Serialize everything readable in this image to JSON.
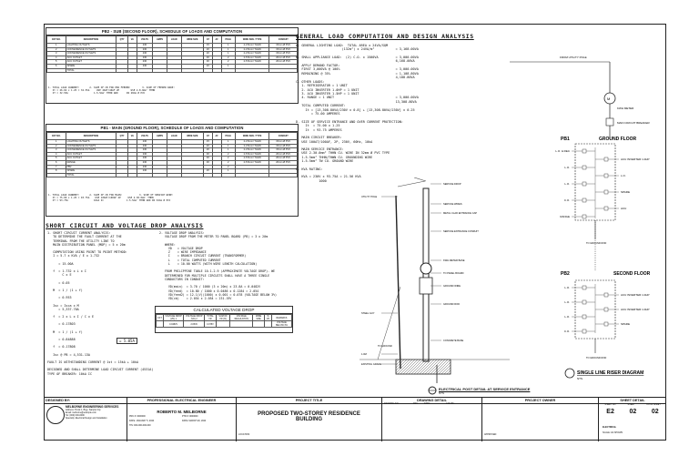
{
  "schedule2": {
    "title": "PB2 - SUB (SECOND FLOOR), SCHEDULE OF LOADS AND COMPUTATION",
    "headers": [
      "CKT NO.",
      "DESCRIPTION",
      "QTY",
      "VA",
      "VOLTS",
      "AMPS",
      "LOAD",
      "WIRE SIZE",
      "AT",
      "AF",
      "POLE",
      "WIRE SIZE / TYPE",
      "CONDUIT"
    ],
    "rows": [
      [
        "1",
        "LIGHTING OUTLETS",
        "",
        "",
        "230",
        "",
        "",
        "",
        "15",
        "",
        "1",
        "2-3.5mm² THHN",
        "15mm Ø PVC"
      ],
      [
        "2",
        "CONVENIENCE OUTLETS",
        "",
        "",
        "230",
        "",
        "",
        "",
        "20",
        "",
        "1",
        "2-3.5mm² THHN",
        "15mm Ø PVC"
      ],
      [
        "3",
        "CONVENIENCE OUTLETS",
        "",
        "",
        "230",
        "",
        "",
        "",
        "20",
        "",
        "1",
        "2-3.5mm² THHN",
        "15mm Ø PVC"
      ],
      [
        "4",
        "ACU OUTLET",
        "",
        "",
        "230",
        "",
        "",
        "",
        "30",
        "",
        "2",
        "2-5.5mm² THHN",
        "20mm Ø PVC"
      ],
      [
        "5",
        "ACU OUTLET",
        "",
        "",
        "230",
        "",
        "",
        "",
        "30",
        "",
        "2",
        "2-5.5mm² THHN",
        "20mm Ø PVC"
      ],
      [
        "6",
        "SPARE",
        "",
        "",
        "230",
        "",
        "",
        "",
        "20",
        "",
        "1",
        "",
        ""
      ],
      [
        "",
        "TOTAL",
        "",
        "",
        "",
        "",
        "",
        "",
        "",
        "",
        "",
        "",
        ""
      ]
    ]
  },
  "schedule1": {
    "title": "PB1 - MAIN (GROUND FLOOR), SCHEDULE OF LOADS AND COMPUTATION",
    "headers": [
      "CKT NO.",
      "DESCRIPTION",
      "QTY",
      "VA",
      "VOLTS",
      "AMPS",
      "LOAD",
      "WIRE SIZE",
      "AT",
      "AF",
      "POLE",
      "WIRE SIZE / TYPE",
      "CONDUIT"
    ],
    "rows": [
      [
        "1",
        "LIGHTING OUTLETS",
        "",
        "",
        "230",
        "",
        "",
        "",
        "15",
        "",
        "1",
        "2-3.5mm² THHN",
        "15mm Ø PVC"
      ],
      [
        "2",
        "CONVENIENCE OUTLETS",
        "",
        "",
        "230",
        "",
        "",
        "",
        "20",
        "",
        "1",
        "2-3.5mm² THHN",
        "15mm Ø PVC"
      ],
      [
        "3",
        "CONVENIENCE OUTLETS",
        "",
        "",
        "230",
        "",
        "",
        "",
        "20",
        "",
        "1",
        "2-3.5mm² THHN",
        "15mm Ø PVC"
      ],
      [
        "4",
        "ACU OUTLET",
        "",
        "",
        "230",
        "",
        "",
        "",
        "30",
        "",
        "2",
        "2-5.5mm² THHN",
        "20mm Ø PVC"
      ],
      [
        "5",
        "ACU OUTLET",
        "",
        "",
        "230",
        "",
        "",
        "",
        "30",
        "",
        "2",
        "2-5.5mm² THHN",
        "20mm Ø PVC"
      ],
      [
        "6",
        "RANGE",
        "",
        "",
        "230",
        "",
        "",
        "",
        "30",
        "",
        "2",
        "2-5.5mm² THHN",
        "20mm Ø PVC"
      ],
      [
        "7",
        "PB2",
        "",
        "",
        "230",
        "",
        "",
        "",
        "",
        "",
        "2",
        "",
        ""
      ],
      [
        "8",
        "SPARE",
        "",
        "",
        "230",
        "",
        "",
        "",
        "20",
        "",
        "1",
        "",
        ""
      ],
      [
        "",
        "TOTAL",
        "",
        "",
        "",
        "",
        "",
        "",
        "",
        "",
        "",
        "",
        ""
      ]
    ]
  },
  "sc_heading": "SHORT CIRCUIT AND VOLTAGE DROP ANALYSIS",
  "sc_lines": [
    "1. SHORT CIRCUIT CURRENT ANALYSIS:",
    "   TO DETERMINE THE FAULT CURRENT AT THE",
    "   TERMINAL FROM THE UTILITY LINE TO",
    "   MAIN DISTRIBUTION PANEL (MDP) = 5 x 20m",
    "",
    "   COMPUTATION USING POINT TO POINT METHOD:",
    "   I = 5.7 x KVA / E x 1.732",
    "",
    "      = 15.00A",
    "",
    "   f  = 1.732 x L x I",
    "        C x E",
    "",
    "      = 0.05",
    "",
    "   M  = 1 / (1 + f)",
    "",
    "      = 0.953",
    "",
    "   Isc = Isca x M",
    "      = 5,337.70A",
    "",
    "   f  = 2 x L x I / C x E",
    "",
    "      = 0.17803",
    "",
    "   M  = 1 / (1 + f)",
    "",
    "      = 0.84888",
    "",
    "   f  = 0.17808",
    "",
    "   Isc @ PB = 4,531.13A",
    "",
    "FAULT IS WITHSTANDING CURRENT @ 1st = 15kA + 10kA",
    "",
    "DESIGNED AND SHALL DETERMINE LOAD CIRCUIT CURRENT (4531A)",
    "TYPE OF BREAKER: 10kA IC"
  ],
  "sc_mark": "= 5.05A",
  "vd_lines": [
    "2. VOLTAGE DROP ANALYSIS:",
    "   VOLTAGE DROP FROM THE METER TO PANEL BOARD (PB) = 3 x 20m",
    "",
    "   WHERE:",
    "     VD   = VOLTAGE DROP",
    "     Z    = WIRE IMPEDANCE",
    "     I    = BRANCH CIRCUIT CURRENT (TRANSFORMER)",
    "     L    = TOTAL COMPUTED CURRENT",
    "     L    = 10.00 WATTS (WITH WIRE LENGTH CALCULATION)",
    "",
    "   FROM PHILIPPINE TABLE 10.1.2.9 (APPROXIMATE VOLTAGE DROP). WE",
    "   DETERMINED FOR MULTIPLE CIRCUITS SHALL HAVE A THREE SINGLE",
    "   CONDUCTORS IN CONDUIT:",
    "",
    "     VD(main)  = 3.70 / 1000 (3 x 20m) x 23.8A = 0.0482V",
    "     VD(feed)  = 10.80 / 1000 x 0.0486 x 0.1284 = 2.054",
    "     VD(feed2) = 12.1(V)(1000) x 0.001 = 0.078 (VOLTAGE BELOW 3%)",
    "     VD(cb)    = 2.054 x 2.054 = 231.19V"
  ],
  "vdtable": {
    "title": "CALCULATED VOLTAGE DROP",
    "headers": [
      "CKT",
      "VOLTAGE DROP (VD) 1",
      "VOLTAGE DROP (VD) 2",
      "TOTAL VD",
      "SUM OF VD (%)",
      "VOLTAGE REGULATION",
      "WIRE SIZE",
      "% VD",
      "REMARKS"
    ],
    "row": [
      "",
      "0.0482V",
      "2.054V",
      "0.078V",
      "",
      "",
      "",
      "",
      "VOLTAGE BELOW 3%"
    ]
  },
  "gl_heading": "GENERAL LOAD COMPUTATION AND DESIGN ANALYSIS",
  "gl_lines": [
    "A. GENERAL LIGHTING LOAD:  TOTAL AREA x 24VA/SQM",
    "                        (132m²) x 24VA/m²           = 3,168.00VA",
    "",
    "B. SMALL APPLIANCE LOAD:  (2) C.O. x 1500VA         = 3,000.00VA",
    "                                                    6,168.00VA",
    "   APPLY DEMAND FACTOR:",
    "   FIRST 3,000VA @ 100%                             = 3,000.00VA",
    "   REMAINING @ 35%                                  = 1,108.80VA",
    "                                                    4,108.80VA",
    "C. OTHER LOADS:",
    "   1. REFRIGERATOR = 1 UNIT",
    "   2. ACU INVERTER 1.0HP = 1 UNIT",
    "   3. ACU INVERTER 1.5HP = 1 UNIT",
    "   4. RANGE = 1 UNIT                                = 3,000.00VA",
    "                                                    13,308.80VA",
    "   TOTAL COMPUTED CURRENT:",
    "     It = [13,308.80VA/230V x 0.8] + [13,308.80VA/230V] x 0.25",
    "        = 75.00 AMPERES",
    "",
    "D. SIZE OF SERVICE ENTRANCE AND OVER CURRENT PROTECTION:",
    "     It  = 75.00 x 1.25",
    "     It  = 93.75 AMPERES",
    "",
    "   MAIN CIRCUIT BREAKER:",
    "   USE 100AT/100AF, 2P, 230V, 60Hz, 10kA",
    "",
    "   MAIN SERVICE ENTRANCE:",
    "   USE 2-30.0mm² THHN CU. WIRE IN 32mm Ø PVC TYPE",
    "   1-5.5mm² THHN/THWN CU. GROUNDING WIRE",
    "   1-5.5mm² TW CU. GROUND WIRE",
    "",
    "E. KVA RATING:",
    "",
    "   KVA = 230V x 93.75A = 21.56 KVA",
    "            1000"
  ],
  "pole_labels": [
    "SERVICE DROP",
    "UTILITY POLE",
    "SERVICE WIRES",
    "METAL CLAD ENTRANCE CAP",
    "KWH METER BASE",
    "GROUND ROD",
    "SERVICE ENTRANCE CONDUIT",
    "GROUND WIRE",
    "CONCRETE BASE",
    "STEEL GUY",
    "1.0M",
    "EXISTING GRADE",
    "TO GROUND",
    "TO PANEL BOARD"
  ],
  "pole_caption": "ELECTRICAL POST DETAIL AT SERVICE ENTRANCE",
  "pole_caption_sub": "NTS",
  "riser": {
    "top_label": "FROM UTILITY POLE",
    "meter_label": "KWH METER",
    "ground_floor": "GROUND FLOOR",
    "second_floor": "SECOND FLOOR",
    "pb1": "PB1",
    "pb2": "PB2",
    "circuits1": [
      "L.O. & REC",
      "ACU INVERTER 1.0HP",
      "L.O.",
      "L.O.",
      "L.O.",
      "SPARE",
      "C.O.",
      "ACU",
      "RANGE"
    ],
    "circuits2": [
      "L.O.",
      "ACU INVERTER 1.0HP",
      "L.O.",
      "ACU INVERTER 1.0HP",
      "L.O.",
      "SPARE",
      "C.O."
    ],
    "main_label": "MAIN CIRCUIT BREAKER",
    "ground_label": "TO GROUND ROD",
    "caption": "SINGLE LINE RISER DIAGRAM",
    "caption_sub": "NTS"
  },
  "titleblock": {
    "designed_by": "DESIGNED BY:",
    "company": "MELBORNE ENGINEERING SERVICES",
    "company_lines": [
      "Address: Purok 1, Brgy. Sample City",
      "Email: melborne@example.com",
      "Tel: (000) 000-0000",
      "Specialty: Electrical Design and Installation"
    ],
    "pro_label": "PROFESSIONAL ELECTRICAL ENGINEER",
    "engineer": "ROBERTO M. MELBORNE",
    "prc": "PRC #: 0000000",
    "ptr": "PTR #: 0000000",
    "date1": "DATE: JANUARY 5, 2024",
    "date2": "DATE: MARCH 20, 2024",
    "tin": "TIN: 000-000-000-000",
    "project_title_label": "PROJECT TITLE",
    "project_title": "PROPOSED TWO-STOREY RESIDENCE BUILDING",
    "location_label": "LOCATION:",
    "drawing_label": "DRAWING DETAIL",
    "drawing_no": "DRAWING NO.",
    "rev": "REV.",
    "date": "DATE",
    "cad": "CAD BY:",
    "owner_label": "PROJECT OWNER",
    "approved": "APPROVED:",
    "sheet_label": "SHEET DETAIL",
    "sheet_cols": [
      "SHEET NO.",
      "SHEET",
      "TOTAL SHEET"
    ],
    "sheet_no": "E2",
    "sheet": "02",
    "total": "02",
    "elec_ref": "ELECTRICAL",
    "scale": "SCALE: AS SHOWN"
  }
}
